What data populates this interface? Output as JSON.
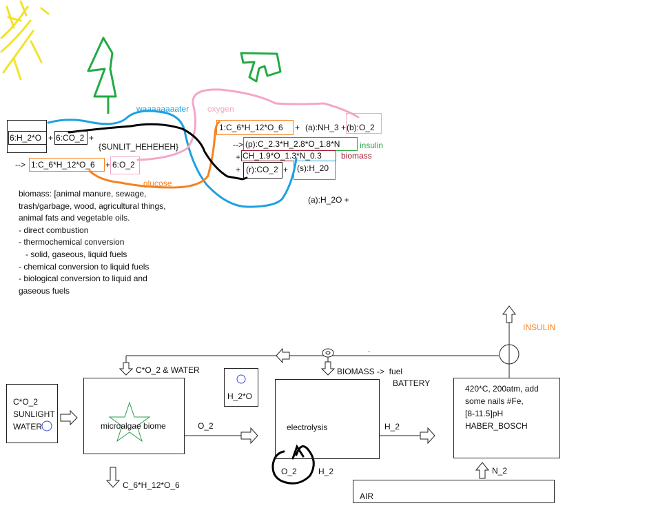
{
  "colors": {
    "sun": "#f2e22a",
    "tree": "#22aa44",
    "water": "#1ba1e2",
    "oxygen": "#f4a6c8",
    "glucose": "#f58220",
    "insulin_label": "#22aa44",
    "biomass_label": "#a0152b",
    "insulin_top": "#f58220",
    "star": "#2a9d4a",
    "circle": "#3b48d8",
    "black": "#000000"
  },
  "labels": {
    "water": "waaaaaaaater",
    "oxygen": "oxygen",
    "glucose": "glucose",
    "sunlit": "{SUNLIT_HEHEHEH}",
    "insulin_mid": "insulin",
    "biomass_mid": "biomass",
    "aq_water": "(a):H_2O +",
    "insulin_top": "INSULIN"
  },
  "equation": {
    "reactant1": "6:H_2*O",
    "plus1": "+",
    "reactant2": "6:CO_2",
    "plus2": "+",
    "arrow1": "-->",
    "product1": "1:C_6*H_12*O_6",
    "plus3": "+",
    "product2": "6:O_2",
    "r2_reactant1": "1:C_6*H_12*O_6",
    "r2_plus1": "+",
    "r2_reactant2": "(a):NH_3",
    "r2_plus2": "+",
    "r2_reactant3": "(b):O_2",
    "r2_arrow": "-->",
    "r2_product1": "(p):C_2.3*H_2.8*O_1.8*N",
    "r2_plus3": "+",
    "r2_product2": "CH_1.9*O_1.3*N_0.3",
    "r2_plus4": "+",
    "r2_product3": "(r):CO_2",
    "r2_plus5": "+",
    "r2_product4": "(s):H_20"
  },
  "notes": [
    "biomass: [animal manure, sewage,",
    "trash/garbage, wood, agricultural things,",
    "animal fats and vegetable oils.",
    "- direct combustion",
    "- thermochemical conversion",
    "   - solid, gaseous, liquid fuels",
    "- chemical conversion to liquid fuels",
    "- biological conversion to liquid and",
    "gaseous fuels"
  ],
  "flow": {
    "input_box": [
      "C*O_2",
      "SUNLIGHT",
      "WATER"
    ],
    "co2_water_label": "C*O_2 & WATER",
    "biome_label": "microalgae biome",
    "o2_label": "O_2",
    "glucose_out": "C_6*H_12*O_6",
    "h2o_box": "H_2*O",
    "biomass_fuel": "BIOMASS ->  fuel",
    "battery": "BATTERY",
    "electrolysis": "electrolysis",
    "h2_label": "H_2",
    "o2_bottom": "O_2",
    "h2_bottom": "H_2",
    "haber": [
      "420*C, 200atm, add",
      "some nails #Fe,",
      "[8-11.5]pH",
      "HABER_BOSCH"
    ],
    "n2_label": "N_2",
    "air_label": "AIR",
    "dot": "."
  }
}
